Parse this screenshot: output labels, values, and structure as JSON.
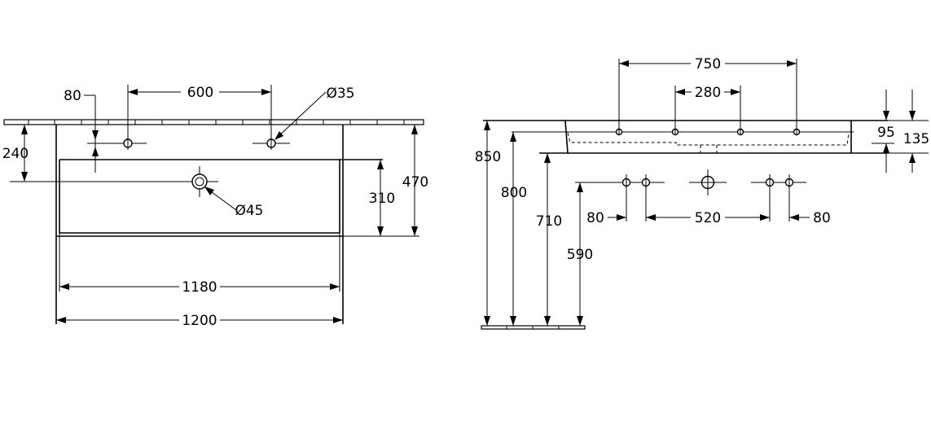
{
  "front_view": {
    "dims": {
      "tap_offset": "80",
      "tap_spacing": "600",
      "tap_hole": "Ø35",
      "wall_to_top": "240",
      "waste_hole": "Ø45",
      "bowl_depth": "310",
      "overall_height": "470",
      "inner_width": "1180",
      "overall_width": "1200"
    }
  },
  "side_view": {
    "dims": {
      "outer_tap_spacing": "750",
      "inner_tap_spacing": "280",
      "rim_height": "95",
      "total_thickness": "135",
      "top_height": "850",
      "under_rim_height": "800",
      "underside_height": "710",
      "fixing_height": "590",
      "fixing_left": "80",
      "fixing_middle": "520",
      "fixing_right": "80"
    }
  }
}
